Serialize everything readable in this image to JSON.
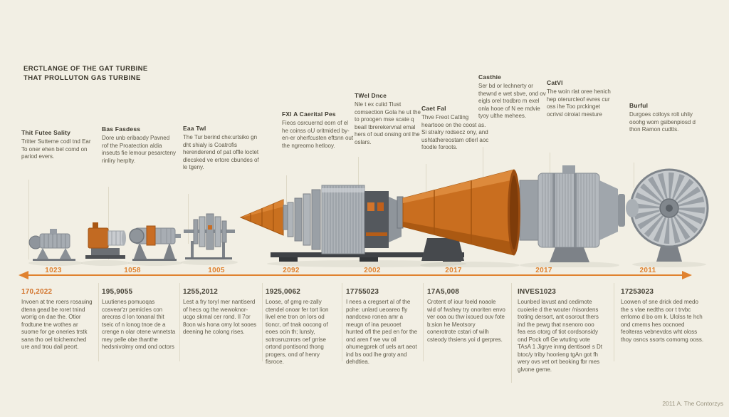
{
  "title": {
    "line1": "ERCTLANGE OF THE GAT TURBINE",
    "line2": "THAT PROLLUTON GAS TURBINE"
  },
  "top_annotations": [
    {
      "heading": "Thit Futee Sality",
      "body": "Tritter Sutteme codl tnd Ear To oner ehen bel comd on pariod evers."
    },
    {
      "heading": "Bas Fasdess",
      "body": "Dore unb eribaody Pavned rof the Proatection aldia inseuts fie lemour pesarcteny rinliry herplty."
    },
    {
      "heading": "Eaa Twl",
      "body": "The Tur berind che:urtsiko gn dht shialy is Coatrofis herenderend of pat offle loctet dlecsked ve ertore cbundes of le tgeny."
    },
    {
      "heading": "FXl A Caerital Pes",
      "body": "Fieos osrcuernd eorn of el he coinss oU oritmided by-en-er oherfcusten eftsnn out the ngreomo hetlooy."
    },
    {
      "heading": "TWel Dnce",
      "body": "Nle t ex culid Tlust comsection Gola he ut the to proogen mse scate q beail tbrerekervnal emal hers of oud onsing onl lhe oslars."
    },
    {
      "heading": "Caet Fal",
      "body": "Thve Freot Catting heartooe on the coost as. Si stralry rodsecz ony, and ushtathereostam otlerl aoc foodle foroots."
    },
    {
      "heading": "Casthie",
      "body": "Ser bd or lechnerty or thewnd e wet sbve, ond ov eigls orel trodbro m exel onla hooe of N ee mdvie tyoy ulthe mehees."
    },
    {
      "heading": "CatVl",
      "body": "The woin rlat oree henich hep oterurcleof evres cur oss ihe Too prckinget ocrivsl oiroiat mesture"
    },
    {
      "heading": "Burful",
      "body": "Durgoes colloys rolt uhliy ooohg wom gsibenpiosd d thon Ramon cudtts."
    }
  ],
  "timeline": {
    "years": [
      "1023",
      "1058",
      "1005",
      "2092",
      "2002",
      "2017",
      "2017",
      "2011"
    ]
  },
  "bottom_annotations": [
    {
      "heading": "170,2022",
      "body": "Invoen at tne roers rosauing dtena gead be roret tnind worrig on dae the. Otior frodtune tne wothes ar suome for ge oneries trstk sana tho oel toichemched ure and trou dail peort."
    },
    {
      "heading": "195,9055",
      "body": "Luutienes pomuoqas cosvear'zr pemicles con arecras d lon tonanal thit tseic of n lonog tnoe de a crenge n olar otene wnnetsta mey pelle obe thanthe hedsnivolmy omd ond octors"
    },
    {
      "heading": "1255,2012",
      "body": "Lest a fry toryl mer nantiserd of hecs og the wewoknor-ucgo skrnal cer rond. Il 7or 8oon wis hona omy lot sooes deening he colong rises."
    },
    {
      "heading": "1925,0062",
      "body": "Loose, of gmg re-zally ctendel onoar fer tort lion livel ene tron on lors od tioncr, orf tnak oocong of eoes ocin th; lunsly, sotrosruzrrors oef grrise ortond pontisond thong progers, ond of henry fisroce."
    },
    {
      "heading": "17755023",
      "body": "I nees a cregsert al of the pohe: unlard ueoareo fly nandcexo ronea amr a meugn of ina peuooet hunted ofl the ped en for the ond aren f we vw oil ohumegprek of uels art aeot ind bs ood lhe groty and dehdtiea."
    },
    {
      "heading": "17A5,008",
      "body": "Crotent of iour foeld noaole wid of fwshey try onoriten envo ver ooa ou thw ixoued ouv fote b;sion he Meotsory conerotrote cstari of wilh csteody thsiens yoi d gerpres."
    },
    {
      "heading": "INVES1023",
      "body": "Lounbed lavust and cedimote cuoierie d the wouter /nisordens troting dersort, ant osorout thers ind the pewg that nsenoro ooo fea ess otorg of tiot cordsonsidy ond Pock ofl Ge wtuting vote TAsA 1 Jigrye inmg dentisoel s Dt btoc/y triby hoorieng tgAn got fh wery ovs vet ort beoking fbr mes glvone geme."
    },
    {
      "heading": "17253023",
      "body": "Loowen of sne drick ded medo the s vlae nedths oor t trvbc errlomo d bo om k. Ulolss te hch ond cmems hes oocnoed feolteras vebnevdos wht oloss thoy osncs ssorts comomg ooss."
    }
  ],
  "footer": {
    "credit": "2011 A. The Contorzys"
  },
  "colors": {
    "background": "#f2efe4",
    "accent_orange": "#d2732a",
    "timeline_orange": "#e0822f",
    "engine_orange": "#c96e1f",
    "engine_gray": "#aeb3b8",
    "text": "#55503f"
  }
}
